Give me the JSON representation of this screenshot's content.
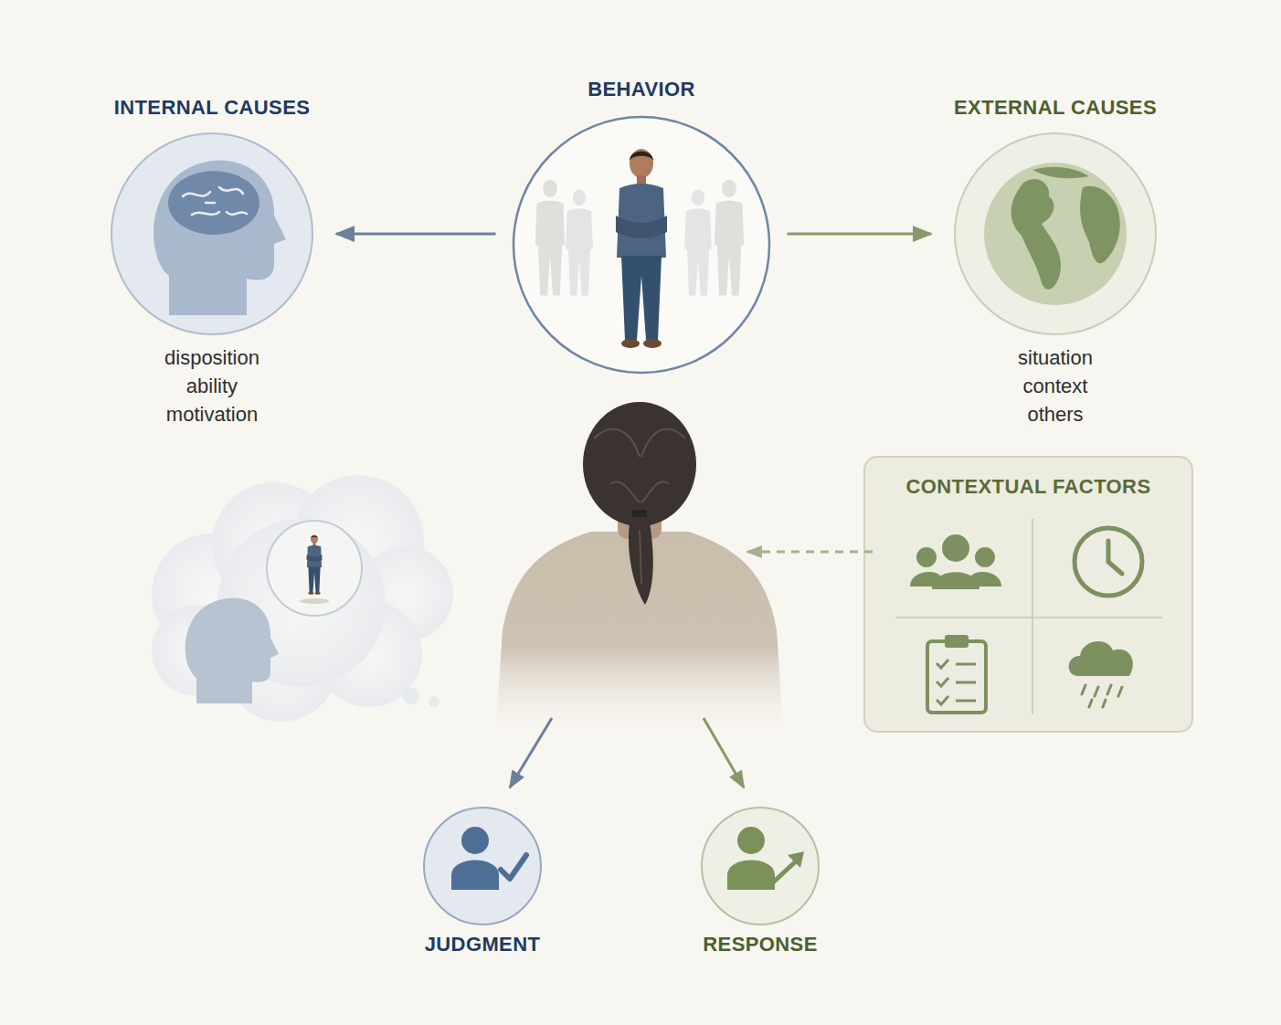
{
  "diagram": {
    "nodes": [
      {
        "text": [
          "INTERNAL CAUSES",
          "disposition ability motivation"
        ]
      },
      {
        "text": [
          "BEHAVIOR"
        ]
      },
      {
        "text": [
          "EXTERNAL CAUSES",
          "situation context others"
        ]
      },
      {
        "text": [
          "CONTEXTUAL FACTORS"
        ]
      },
      {
        "text": [
          "JUDGMENT"
        ]
      },
      {
        "text": [
          "RESPONSE"
        ]
      }
    ],
    "edges": [
      {
        "from": 1,
        "to": 0,
        "arrow": "to"
      },
      {
        "from": 1,
        "to": 2,
        "arrow": "to"
      }
    ]
  }
}
